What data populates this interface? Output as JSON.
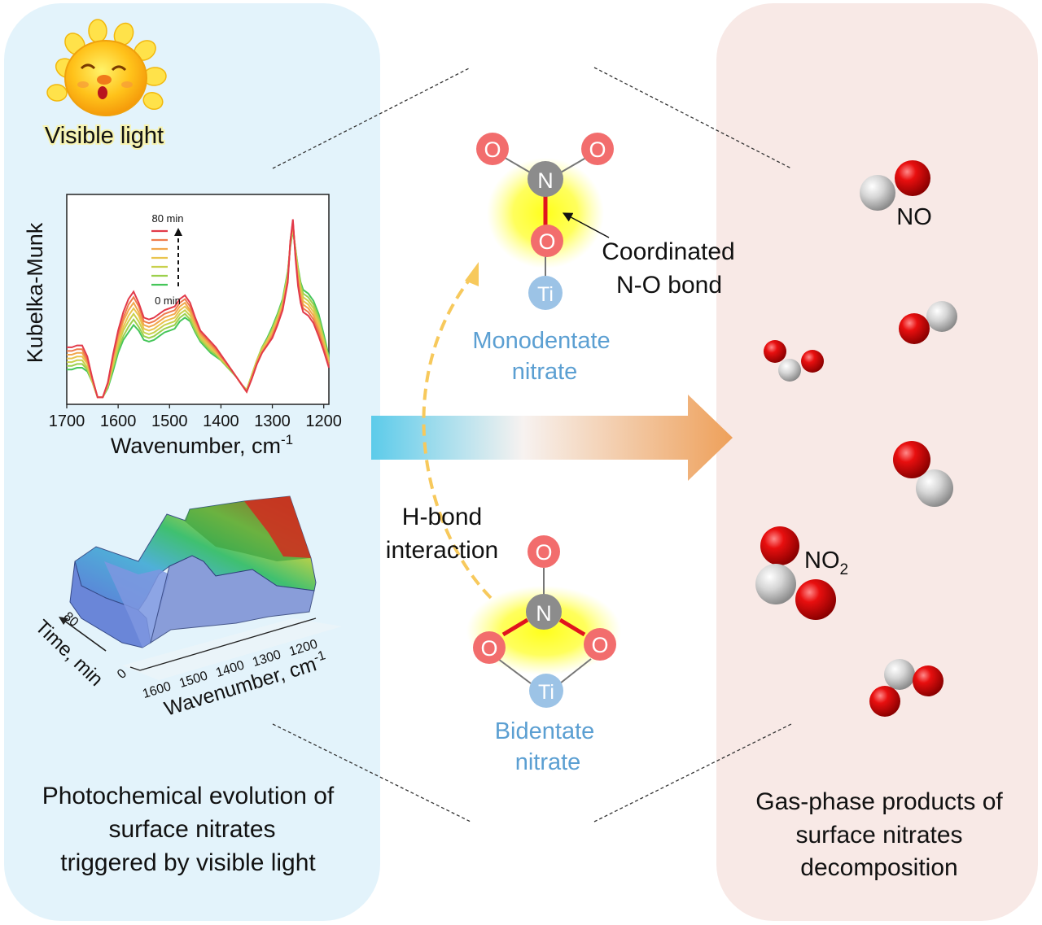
{
  "left_panel": {
    "sun_label": "Visible light",
    "caption_lines": [
      "Photochemical evolution of",
      "surface nitrates",
      "triggered by visible light"
    ]
  },
  "chart_data": [
    {
      "type": "line",
      "xlabel": "Wavenumber, cm",
      "xlabel_superscript": "-1",
      "ylabel": "Kubelka-Munk",
      "xlim": [
        1700,
        1190
      ],
      "x_ticks": [
        1700,
        1600,
        1500,
        1400,
        1300,
        1200
      ],
      "legend_top": "80 min",
      "legend_bottom": "0 min",
      "legend_colors": [
        "#e23a4a",
        "#ee7b4c",
        "#f2a74c",
        "#e9c44e",
        "#c9d04c",
        "#9cd04c",
        "#46c65a"
      ],
      "x": [
        1700,
        1690,
        1680,
        1670,
        1660,
        1650,
        1640,
        1630,
        1620,
        1610,
        1600,
        1590,
        1580,
        1570,
        1560,
        1550,
        1540,
        1530,
        1520,
        1510,
        1500,
        1490,
        1480,
        1470,
        1460,
        1450,
        1440,
        1430,
        1420,
        1410,
        1400,
        1390,
        1380,
        1370,
        1360,
        1350,
        1340,
        1330,
        1320,
        1310,
        1300,
        1290,
        1280,
        1270,
        1265,
        1260,
        1255,
        1250,
        1245,
        1240,
        1230,
        1220,
        1210,
        1200,
        1190
      ],
      "series": [
        {
          "time": 0,
          "values": [
            0.17,
            0.17,
            0.18,
            0.18,
            0.16,
            0.1,
            0.02,
            0.02,
            0.07,
            0.16,
            0.26,
            0.33,
            0.37,
            0.41,
            0.38,
            0.33,
            0.32,
            0.33,
            0.35,
            0.37,
            0.38,
            0.39,
            0.43,
            0.45,
            0.43,
            0.37,
            0.32,
            0.29,
            0.26,
            0.24,
            0.22,
            0.19,
            0.16,
            0.13,
            0.09,
            0.06,
            0.14,
            0.22,
            0.29,
            0.34,
            0.4,
            0.47,
            0.55,
            0.7,
            0.83,
            0.92,
            0.82,
            0.72,
            0.64,
            0.6,
            0.58,
            0.54,
            0.47,
            0.36,
            0.24
          ]
        },
        {
          "time": 13,
          "values": [
            0.19,
            0.19,
            0.2,
            0.2,
            0.17,
            0.1,
            0.02,
            0.02,
            0.08,
            0.18,
            0.28,
            0.35,
            0.4,
            0.44,
            0.4,
            0.35,
            0.34,
            0.35,
            0.37,
            0.39,
            0.4,
            0.41,
            0.45,
            0.47,
            0.44,
            0.38,
            0.33,
            0.3,
            0.27,
            0.25,
            0.22,
            0.19,
            0.16,
            0.13,
            0.09,
            0.06,
            0.14,
            0.22,
            0.29,
            0.33,
            0.39,
            0.46,
            0.54,
            0.69,
            0.84,
            0.93,
            0.82,
            0.71,
            0.63,
            0.58,
            0.56,
            0.52,
            0.45,
            0.34,
            0.23
          ]
        },
        {
          "time": 27,
          "values": [
            0.21,
            0.21,
            0.22,
            0.22,
            0.18,
            0.1,
            0.02,
            0.02,
            0.08,
            0.19,
            0.3,
            0.38,
            0.43,
            0.47,
            0.43,
            0.37,
            0.36,
            0.37,
            0.39,
            0.41,
            0.42,
            0.43,
            0.47,
            0.49,
            0.46,
            0.4,
            0.34,
            0.31,
            0.28,
            0.26,
            0.23,
            0.2,
            0.17,
            0.13,
            0.09,
            0.06,
            0.14,
            0.22,
            0.28,
            0.33,
            0.38,
            0.45,
            0.53,
            0.68,
            0.84,
            0.94,
            0.81,
            0.7,
            0.61,
            0.56,
            0.54,
            0.5,
            0.43,
            0.33,
            0.22
          ]
        },
        {
          "time": 40,
          "values": [
            0.23,
            0.23,
            0.24,
            0.24,
            0.2,
            0.11,
            0.02,
            0.02,
            0.09,
            0.21,
            0.32,
            0.4,
            0.46,
            0.5,
            0.46,
            0.39,
            0.38,
            0.39,
            0.41,
            0.43,
            0.44,
            0.45,
            0.49,
            0.51,
            0.48,
            0.41,
            0.35,
            0.32,
            0.29,
            0.26,
            0.23,
            0.2,
            0.17,
            0.13,
            0.09,
            0.05,
            0.13,
            0.21,
            0.27,
            0.32,
            0.37,
            0.44,
            0.52,
            0.67,
            0.85,
            0.95,
            0.8,
            0.68,
            0.59,
            0.54,
            0.52,
            0.48,
            0.41,
            0.31,
            0.21
          ]
        },
        {
          "time": 53,
          "values": [
            0.25,
            0.25,
            0.26,
            0.26,
            0.21,
            0.11,
            0.02,
            0.02,
            0.09,
            0.22,
            0.34,
            0.43,
            0.49,
            0.53,
            0.48,
            0.41,
            0.4,
            0.41,
            0.43,
            0.45,
            0.46,
            0.47,
            0.51,
            0.53,
            0.49,
            0.42,
            0.36,
            0.33,
            0.3,
            0.27,
            0.24,
            0.2,
            0.17,
            0.13,
            0.09,
            0.05,
            0.13,
            0.21,
            0.27,
            0.31,
            0.36,
            0.43,
            0.51,
            0.66,
            0.85,
            0.96,
            0.79,
            0.66,
            0.57,
            0.52,
            0.5,
            0.46,
            0.39,
            0.3,
            0.2
          ]
        },
        {
          "time": 67,
          "values": [
            0.27,
            0.27,
            0.28,
            0.28,
            0.22,
            0.12,
            0.02,
            0.02,
            0.1,
            0.24,
            0.36,
            0.45,
            0.52,
            0.56,
            0.51,
            0.43,
            0.42,
            0.43,
            0.45,
            0.47,
            0.48,
            0.49,
            0.53,
            0.55,
            0.51,
            0.44,
            0.37,
            0.34,
            0.31,
            0.28,
            0.24,
            0.21,
            0.17,
            0.13,
            0.09,
            0.05,
            0.12,
            0.2,
            0.26,
            0.3,
            0.35,
            0.42,
            0.5,
            0.65,
            0.86,
            0.97,
            0.78,
            0.64,
            0.55,
            0.5,
            0.48,
            0.44,
            0.37,
            0.28,
            0.19
          ]
        },
        {
          "time": 80,
          "values": [
            0.29,
            0.29,
            0.3,
            0.3,
            0.24,
            0.12,
            0.02,
            0.02,
            0.1,
            0.25,
            0.38,
            0.48,
            0.55,
            0.59,
            0.53,
            0.45,
            0.44,
            0.45,
            0.47,
            0.49,
            0.5,
            0.51,
            0.55,
            0.57,
            0.53,
            0.45,
            0.38,
            0.35,
            0.32,
            0.29,
            0.25,
            0.21,
            0.17,
            0.13,
            0.09,
            0.05,
            0.12,
            0.2,
            0.26,
            0.3,
            0.34,
            0.41,
            0.49,
            0.64,
            0.86,
            0.98,
            0.77,
            0.62,
            0.53,
            0.48,
            0.46,
            0.42,
            0.35,
            0.27,
            0.18
          ]
        }
      ]
    },
    {
      "type": "surface",
      "xlabel": "Wavenumber, cm",
      "xlabel_superscript": "-1",
      "ylabel": "Time, min",
      "x_ticks": [
        1600,
        1500,
        1400,
        1300,
        1200
      ],
      "y_ticks": [
        0,
        80
      ]
    }
  ],
  "center": {
    "monodentate_label": [
      "Monodentate",
      "nitrate"
    ],
    "bidentate_label": [
      "Bidentate",
      "nitrate"
    ],
    "bond_annotation": [
      "Coordinated",
      "N-O bond"
    ],
    "hbond_label": [
      "H-bond",
      "interaction"
    ],
    "atoms": {
      "oxygen": "O",
      "nitrogen": "N",
      "titanium": "Ti"
    }
  },
  "right_panel": {
    "no_label": "NO",
    "no2_label": "NO",
    "no2_subscript": "2",
    "caption_lines": [
      "Gas-phase products of",
      "surface nitrates",
      "decomposition"
    ]
  },
  "colors": {
    "left_panel_bg": "#e3f3fb",
    "right_panel_bg": "#f8e9e6",
    "oxygen": "#f26d6d",
    "nitrogen": "#8c8c8c",
    "titanium": "#9cc3e6",
    "nitrate_label": "#5b9fd2",
    "bond_red": "#e0141e",
    "arrow_start": "#5ccbea",
    "arrow_end": "#eea05a",
    "dashed_arrow": "#f7c95c"
  }
}
